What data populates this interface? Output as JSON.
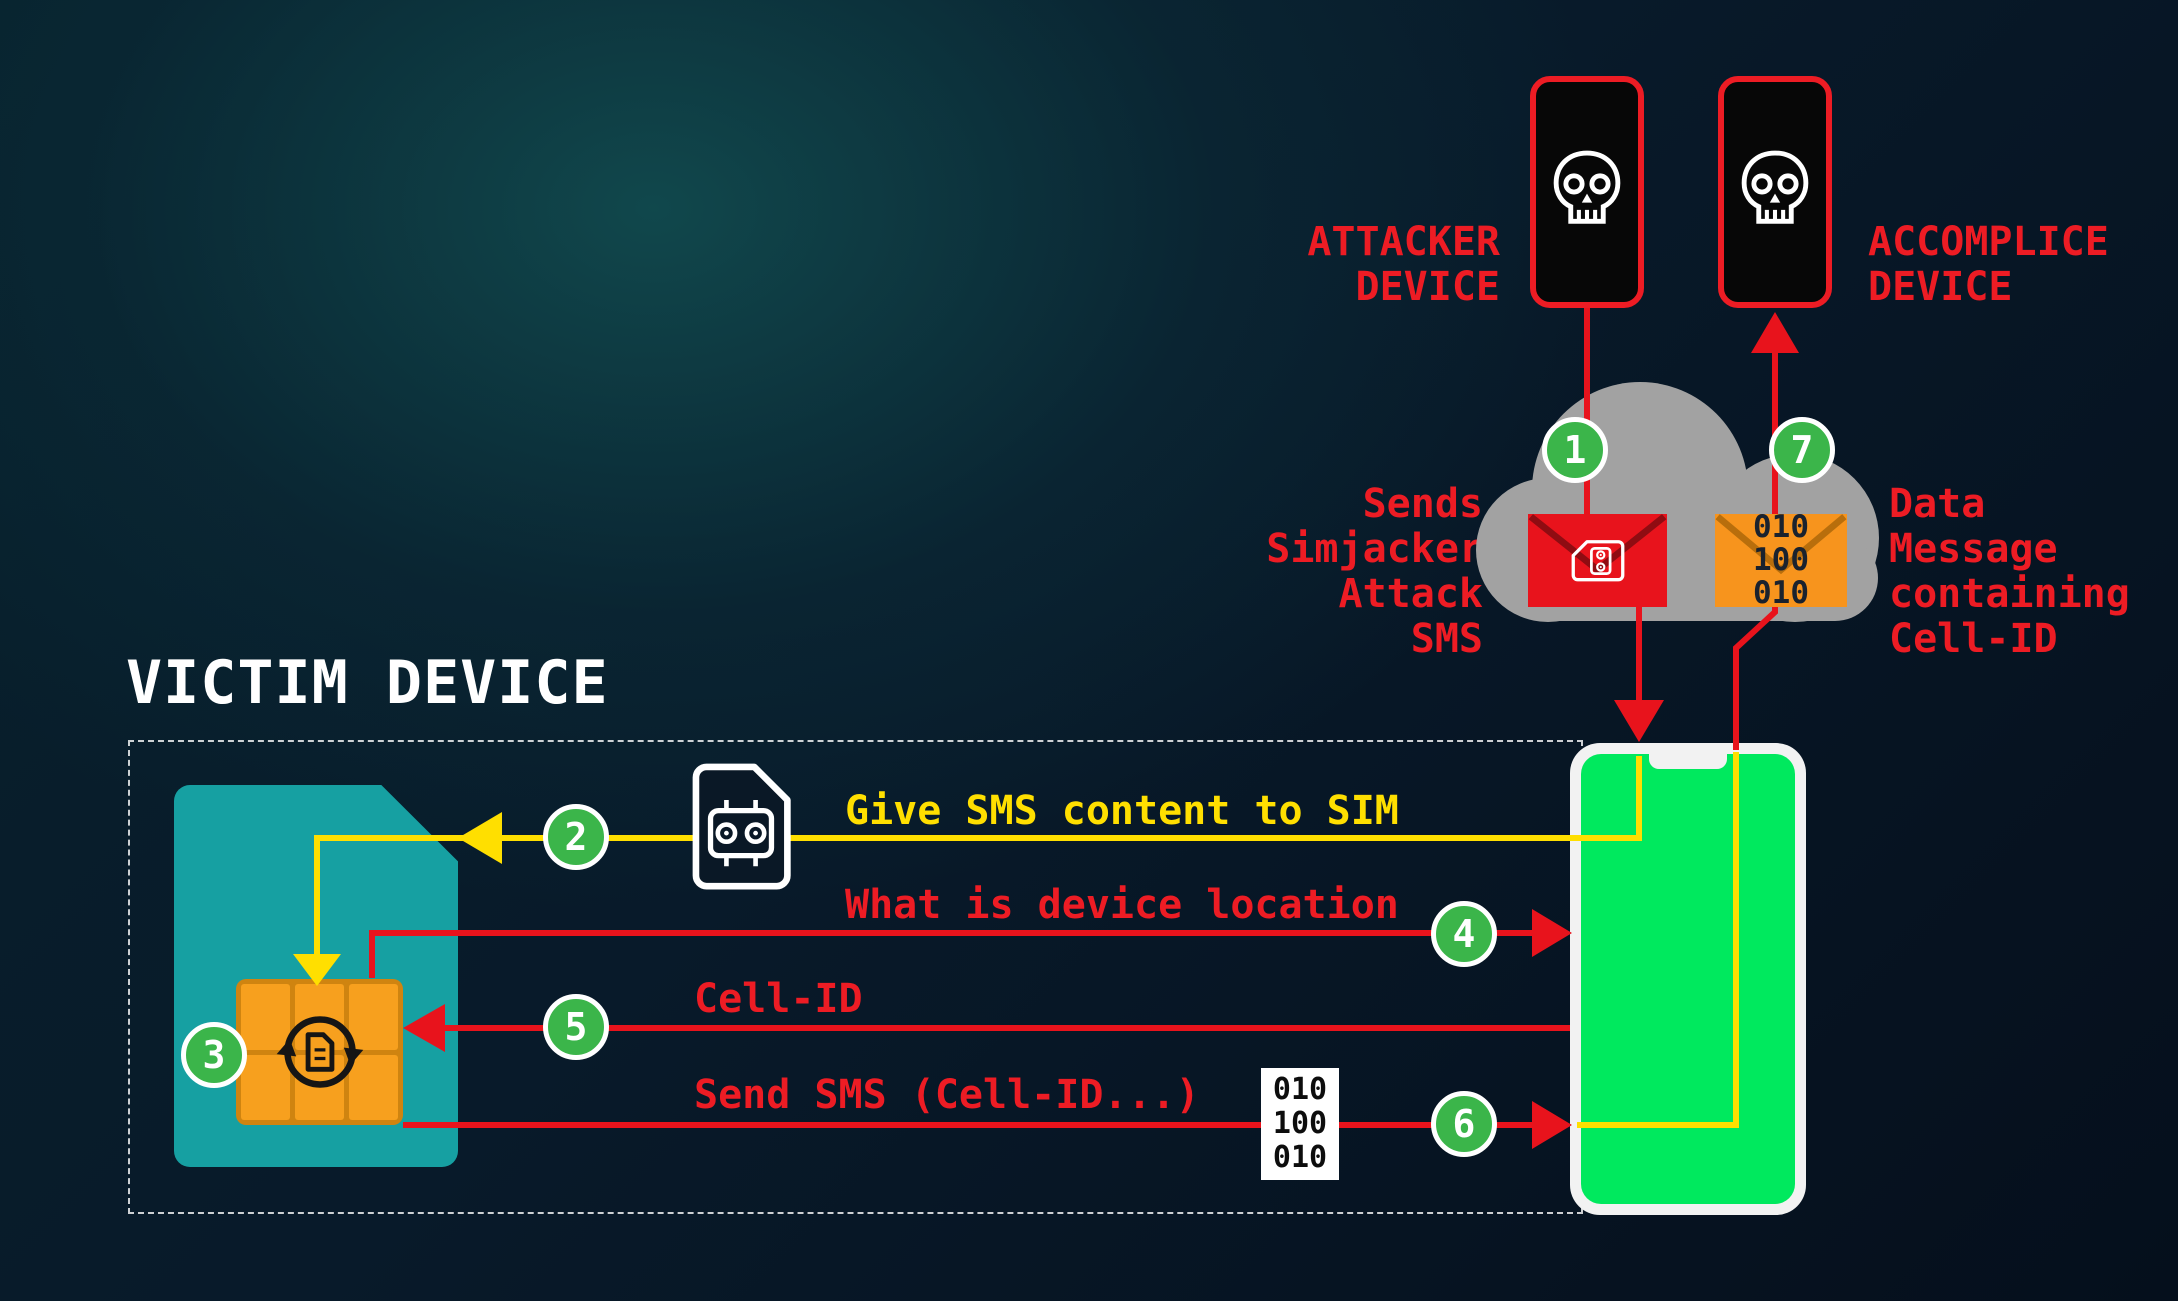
{
  "scene": {
    "title": "VICTIM DEVICE"
  },
  "attacker": {
    "label": "ATTACKER\nDEVICE"
  },
  "accomplice": {
    "label": "ACCOMPLICE\nDEVICE"
  },
  "cloud": {
    "sends_label": "Sends\nSimjacker\nAttack\nSMS",
    "data_label": "Data\nMessage\ncontaining\nCell-ID",
    "envelope_binary": "010\n100\n010"
  },
  "flows": {
    "give_sms": "Give SMS content to SIM",
    "device_location": "What is device location",
    "cell_id": "Cell-ID",
    "send_sms": "Send SMS (Cell-ID...)",
    "sms_binary": "010\n100\n010"
  },
  "badges": {
    "b1": "1",
    "b2": "2",
    "b3": "3",
    "b4": "4",
    "b5": "5",
    "b6": "6",
    "b7": "7"
  },
  "icons": {
    "skull": "skull-icon",
    "sim_card": "sim-card-icon",
    "sim_refresh": "sim-refresh-icon",
    "envelope": "envelope-icon",
    "cloud": "cloud-icon"
  },
  "colors": {
    "red": "#ed1c24",
    "yellow": "#ffdf00",
    "badge_green": "#3bb54a",
    "sim_teal": "#16a0a2",
    "chip_orange": "#f7a01e",
    "envelope_orange": "#f7941d",
    "cloud_gray": "#a2a2a2",
    "screen_green": "#00e95e"
  }
}
